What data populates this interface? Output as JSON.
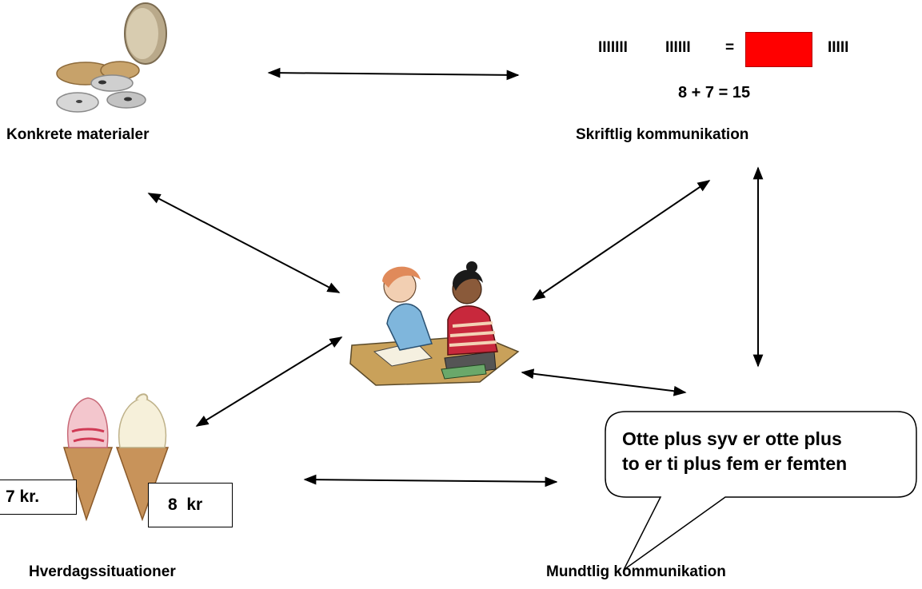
{
  "labels": {
    "concrete": "Konkrete materialer",
    "written": "Skriftlig kommunikation",
    "everyday": "Hverdagssituationer",
    "oral": "Mundtlig kommunikation"
  },
  "written_example": {
    "tally_a": "IIIIIII",
    "tally_b": "IIIIII",
    "equals": "=",
    "tally_c": "IIIII",
    "equation": "8 + 7 = 15",
    "box_color": "#ff0000"
  },
  "everyday_example": {
    "price_left": "7 kr.",
    "price_right": "8  kr"
  },
  "speech_bubble": {
    "line1": "Otte plus syv er otte plus",
    "line2": "to er ti plus fem er femten"
  },
  "images": {
    "concrete": "coins-image",
    "students": "students-studying-clipart",
    "everyday": "ice-cream-cones-image"
  }
}
